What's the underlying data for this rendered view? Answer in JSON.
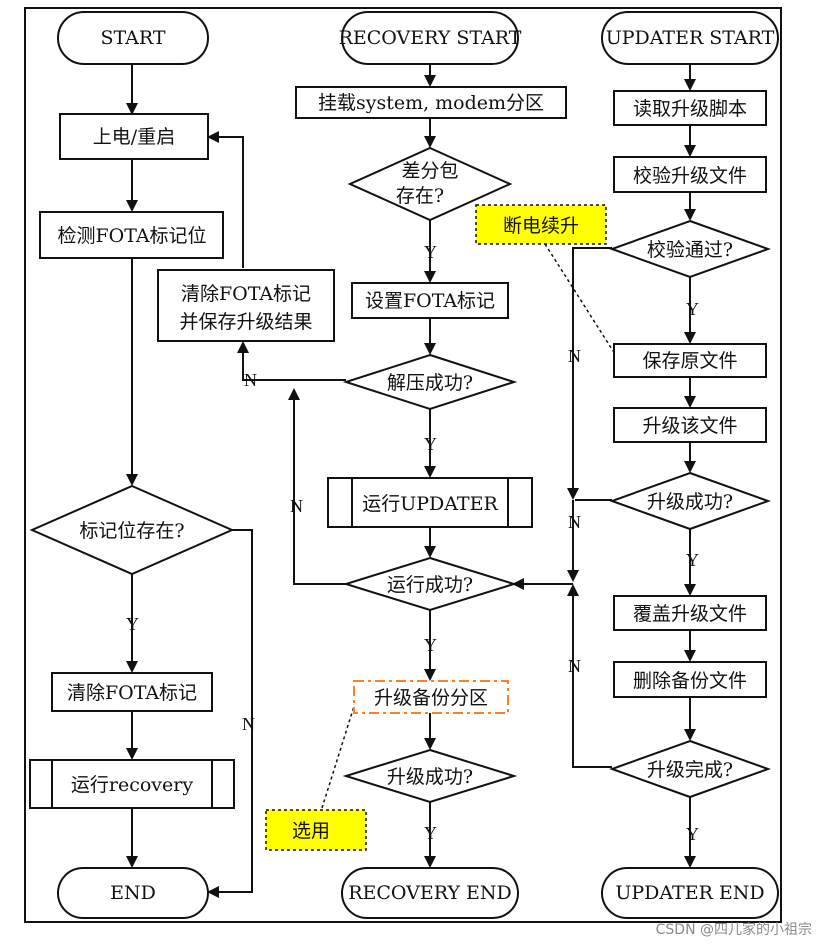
{
  "left": {
    "start": "START",
    "power_on": "上电/重启",
    "detect_fota": "检测FOTA标记位",
    "flag_exists": "标记位存在?",
    "clear_fota": "清除FOTA标记",
    "run_recovery": "运行recovery",
    "end": "END"
  },
  "middle": {
    "start": "RECOVERY START",
    "mount": "挂载system, modem分区",
    "diff_pkg_1": "差分包",
    "diff_pkg_2": "存在?",
    "set_fota": "设置FOTA标记",
    "clear_save_1": "清除FOTA标记",
    "clear_save_2": "并保存升级结果",
    "unzip_ok": "解压成功?",
    "run_updater": "运行UPDATER",
    "run_ok": "运行成功?",
    "backup_partition": "升级备份分区",
    "upgrade_ok": "升级成功?",
    "end": "RECOVERY END",
    "optional_note": "选用"
  },
  "right": {
    "start": "UPDATER START",
    "read_script": "读取升级脚本",
    "verify_files": "校验升级文件",
    "verify_pass": "校验通过?",
    "save_original": "保存原文件",
    "upgrade_file": "升级该文件",
    "upgrade_ok": "升级成功?",
    "overwrite": "覆盖升级文件",
    "delete_backup": "删除备份文件",
    "upgrade_done": "升级完成?",
    "end": "UPDATER END",
    "resume_note": "断电续升"
  },
  "labels": {
    "yes": "Y",
    "no": "N"
  },
  "watermark": "CSDN @四儿家的小祖宗",
  "colors": {
    "note_fill": "#ffff00",
    "optional_border": "#ff7f27",
    "stroke": "#111111"
  }
}
